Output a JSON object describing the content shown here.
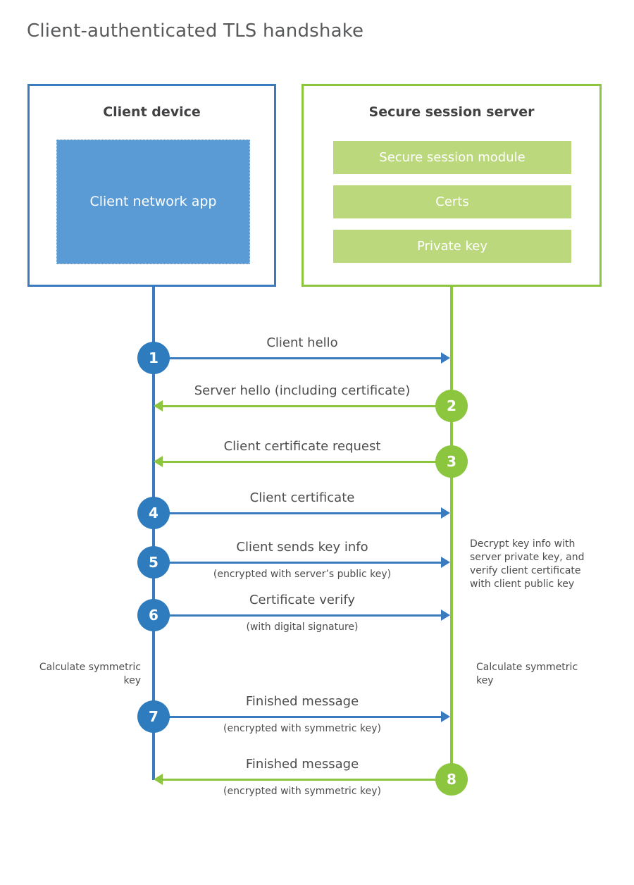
{
  "title": "Client-authenticated TLS handshake",
  "colors": {
    "client_blue": "#3a7bbf",
    "client_badge_blue": "#2e7cbe",
    "client_app_fill": "#5b9bd5",
    "server_green": "#8cc63e",
    "server_bar_fill": "#bbd87c",
    "text_gray": "#4d4d4f",
    "title_gray": "#58595b"
  },
  "client_panel": {
    "title": "Client device",
    "app_label": "Client network app"
  },
  "server_panel": {
    "title": "Secure session server",
    "bars": [
      {
        "label": "Secure session module"
      },
      {
        "label": "Certs"
      },
      {
        "label": "Private key"
      }
    ]
  },
  "messages": [
    {
      "step": "1",
      "label": "Client hello",
      "sublabel": "",
      "direction": "to-server"
    },
    {
      "step": "2",
      "label": "Server hello (including certificate)",
      "sublabel": "",
      "direction": "to-client"
    },
    {
      "step": "3",
      "label": "Client certificate request",
      "sublabel": "",
      "direction": "to-client"
    },
    {
      "step": "4",
      "label": "Client certificate",
      "sublabel": "",
      "direction": "to-server"
    },
    {
      "step": "5",
      "label": "Client sends key info",
      "sublabel": "(encrypted with server’s public key)",
      "direction": "to-server"
    },
    {
      "step": "6",
      "label": "Certificate verify",
      "sublabel": "(with digital signature)",
      "direction": "to-server"
    },
    {
      "step": "7",
      "label": "Finished message",
      "sublabel": "(encrypted with symmetric key)",
      "direction": "to-server"
    },
    {
      "step": "8",
      "label": "Finished message",
      "sublabel": "(encrypted with symmetric key)",
      "direction": "to-client"
    }
  ],
  "notes": {
    "server_decrypt": "Decrypt key info with server private key, and verify client certificate with client public key",
    "client_calculate": "Calculate symmetric key",
    "server_calculate": "Calculate symmetric key"
  }
}
